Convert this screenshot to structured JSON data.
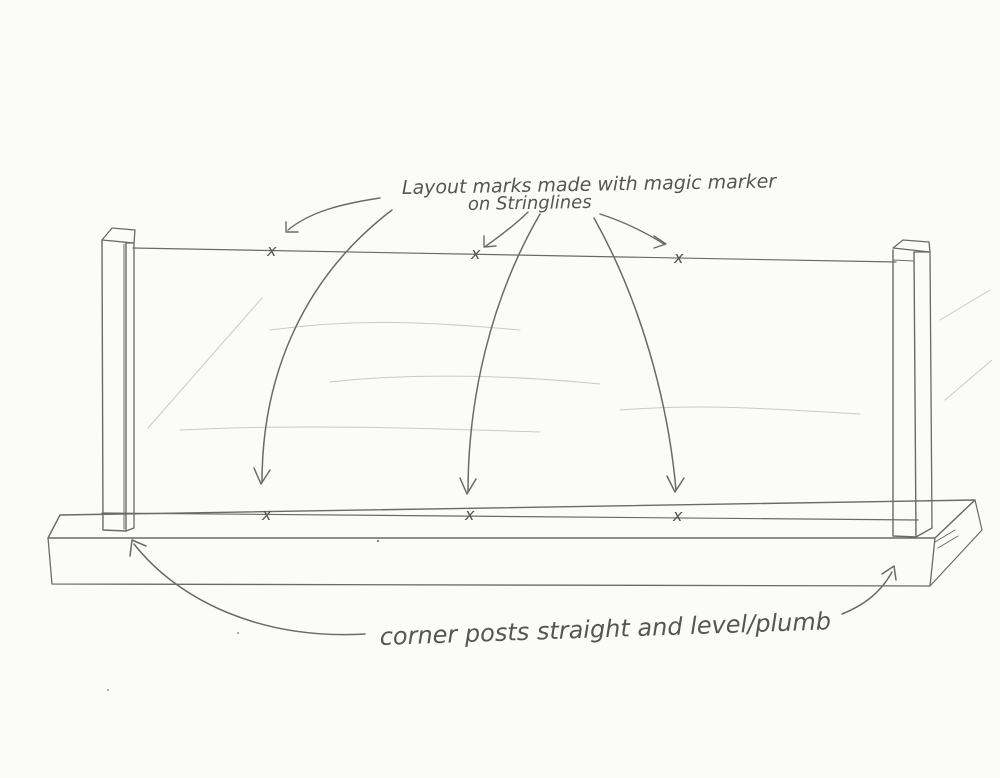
{
  "annotations": {
    "top_line1": "Layout marks made with magic marker",
    "top_line2": "on Stringlines",
    "bottom": "corner posts straight and level/plumb"
  },
  "marks": {
    "symbol": "x"
  },
  "colors": {
    "pencil": "#6a6a6a",
    "paper": "#fbfbfa"
  }
}
